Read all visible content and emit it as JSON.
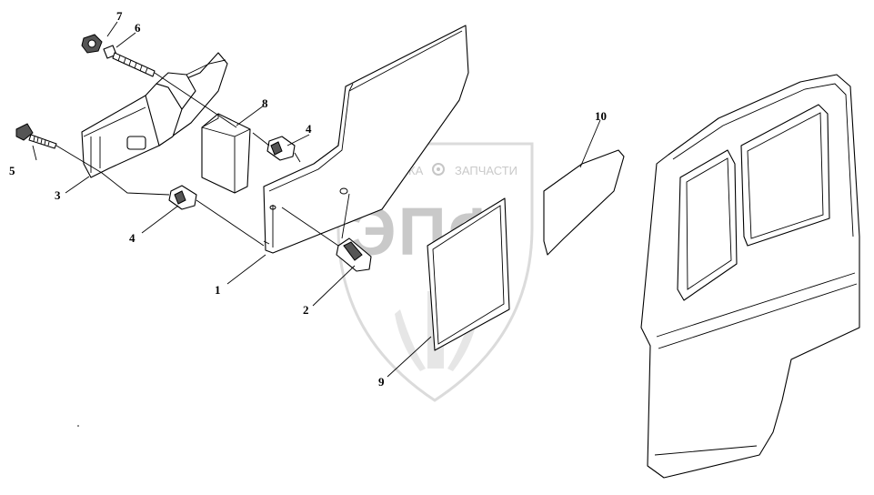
{
  "watermark": {
    "line1_left": "ТЕХНИКА",
    "line1_right": "ЗАПЧАСТИ",
    "logo_letters": "ЭПФ",
    "gear_icon": "gear-icon"
  },
  "callouts": [
    {
      "id": "1",
      "label": "1"
    },
    {
      "id": "2",
      "label": "2"
    },
    {
      "id": "3",
      "label": "3"
    },
    {
      "id": "4a",
      "label": "4"
    },
    {
      "id": "4b",
      "label": "4"
    },
    {
      "id": "5",
      "label": "5"
    },
    {
      "id": "6",
      "label": "6"
    },
    {
      "id": "7",
      "label": "7"
    },
    {
      "id": "8",
      "label": "8"
    },
    {
      "id": "9",
      "label": "9"
    },
    {
      "id": "10",
      "label": "10"
    }
  ]
}
